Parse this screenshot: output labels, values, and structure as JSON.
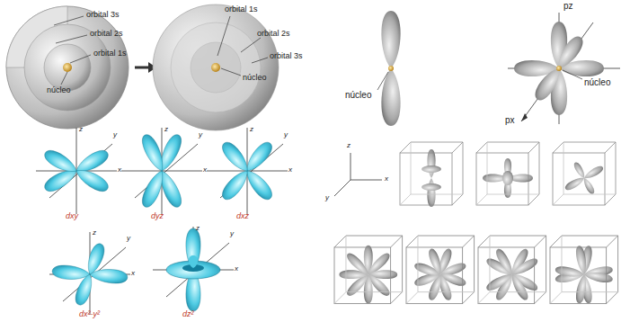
{
  "diagram": {
    "labels": [
      "orbital 3s",
      "orbital 2s",
      "orbital 1s",
      "núcleo",
      "orbital 1s",
      "orbital 2s",
      "orbital 3s",
      "núcleo",
      "núcleo",
      "pz",
      "núcleo",
      "px",
      "z",
      "y",
      "x",
      "dxy",
      "z",
      "y",
      "x",
      "dyz",
      "z",
      "y",
      "x",
      "dxz",
      "z",
      "y",
      "x",
      "dx²-y²",
      "z",
      "y",
      "x",
      "dz²",
      "z",
      "x",
      "y"
    ]
  }
}
